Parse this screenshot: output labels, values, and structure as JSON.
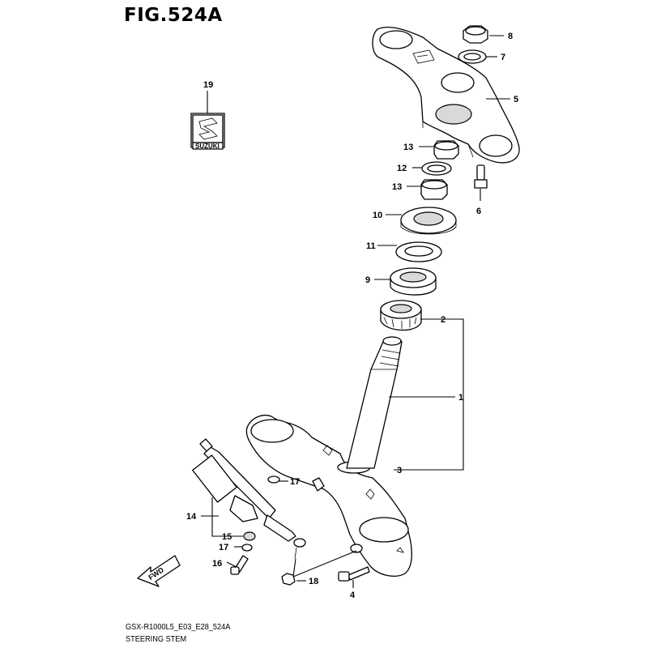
{
  "figure": {
    "title": "FIG.524A",
    "model_code": "GSX-R1000L5_E03_E28_524A",
    "section_name": "STEERING STEM"
  },
  "logo": {
    "text": "SUZUKI"
  },
  "fwd_arrow": {
    "text": "FWD"
  },
  "callouts": [
    {
      "id": "c1",
      "label": "1"
    },
    {
      "id": "c2",
      "label": "2"
    },
    {
      "id": "c3",
      "label": "3"
    },
    {
      "id": "c4",
      "label": "4"
    },
    {
      "id": "c5",
      "label": "5"
    },
    {
      "id": "c6",
      "label": "6"
    },
    {
      "id": "c7",
      "label": "7"
    },
    {
      "id": "c8",
      "label": "8"
    },
    {
      "id": "c9",
      "label": "9"
    },
    {
      "id": "c10",
      "label": "10"
    },
    {
      "id": "c11",
      "label": "11"
    },
    {
      "id": "c12",
      "label": "12"
    },
    {
      "id": "c13a",
      "label": "13"
    },
    {
      "id": "c13b",
      "label": "13"
    },
    {
      "id": "c14",
      "label": "14"
    },
    {
      "id": "c15",
      "label": "15"
    },
    {
      "id": "c16",
      "label": "16"
    },
    {
      "id": "c17a",
      "label": "17"
    },
    {
      "id": "c17b",
      "label": "17"
    },
    {
      "id": "c18",
      "label": "18"
    },
    {
      "id": "c19",
      "label": "19"
    }
  ]
}
